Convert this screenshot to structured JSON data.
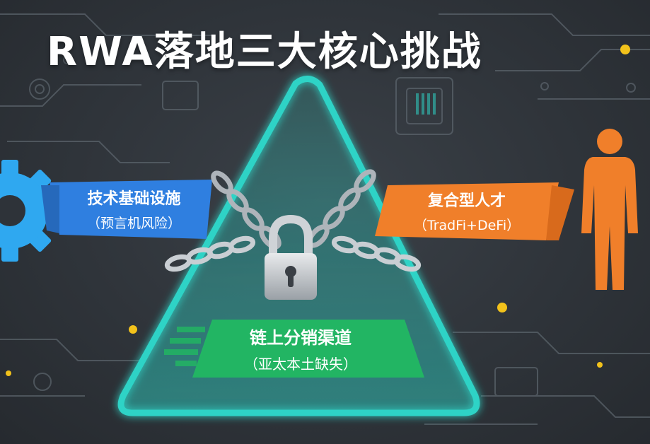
{
  "title": "RWA落地三大核心挑战",
  "challenges": {
    "left": {
      "main": "技术基础设施",
      "sub": "（预言机风险）"
    },
    "right": {
      "main": "复合型人才",
      "sub": "（TradFi+DeFi）"
    },
    "bottom": {
      "main": "链上分销渠道",
      "sub": "（亚太本土缺失）"
    }
  },
  "colors": {
    "background": "#2e3339",
    "triangle": "#2fd3c6",
    "left_banner": "#2f7fe0",
    "right_banner": "#f07f2a",
    "bottom_banner": "#22b563",
    "gear": "#2fa8f0",
    "person": "#f07f2a",
    "accent_dot": "#f2c21b"
  },
  "icons": [
    "gear-icon",
    "person-icon",
    "padlock-icon",
    "chain-icon",
    "circuit-decoration"
  ]
}
